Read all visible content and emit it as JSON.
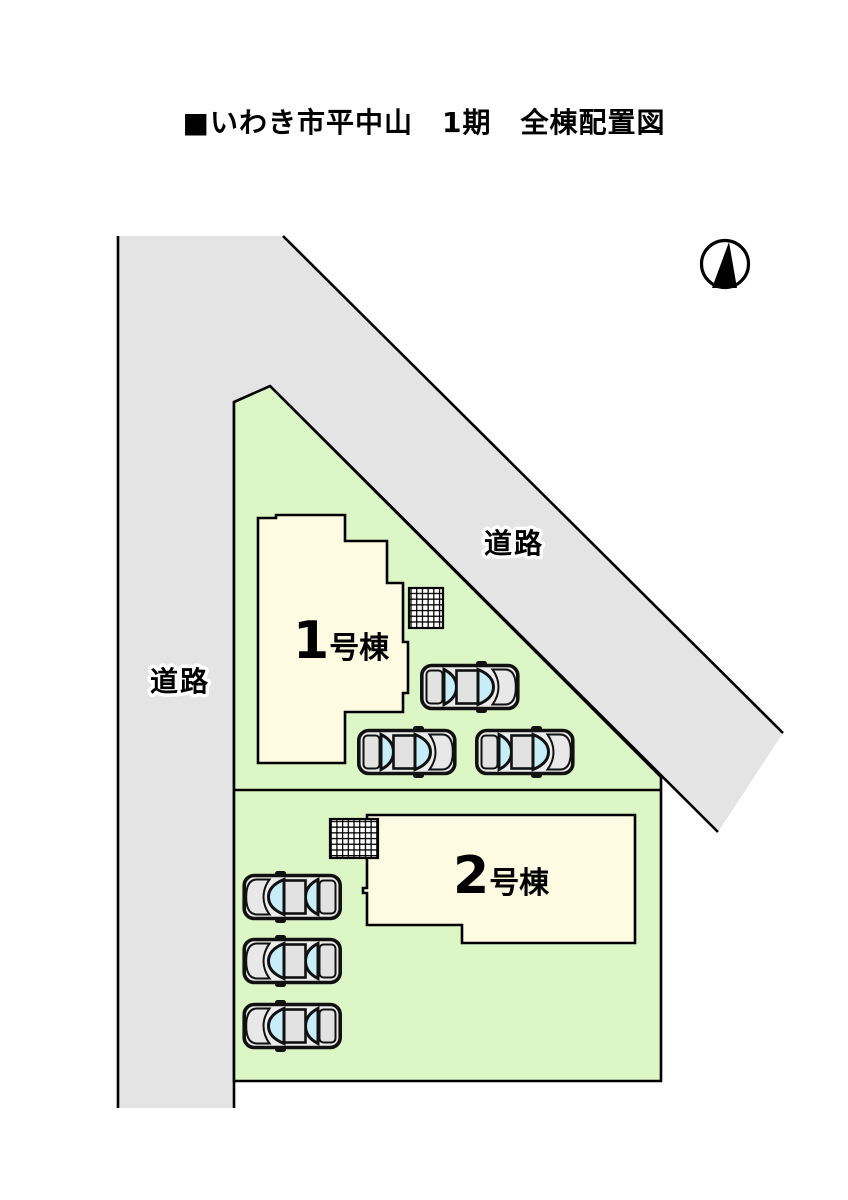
{
  "title": "■いわき市平中山　1期　全棟配置図",
  "compass": {
    "icon": "north-arrow",
    "meaning": "north-up"
  },
  "roads": {
    "left_label": "道路",
    "diagonal_label": "道路"
  },
  "plots": {
    "houses": [
      {
        "number": "1",
        "suffix": "号棟",
        "parking_spaces": 3
      },
      {
        "number": "2",
        "suffix": "号棟",
        "parking_spaces": 3
      }
    ],
    "total_parked_cars": 6
  },
  "colors": {
    "road": "#e4e4e4",
    "plot": "#ddf6c6",
    "house": "#fffbe2",
    "outline": "#000000",
    "car_window": "#c7eef8",
    "car_body": "#ececec"
  }
}
